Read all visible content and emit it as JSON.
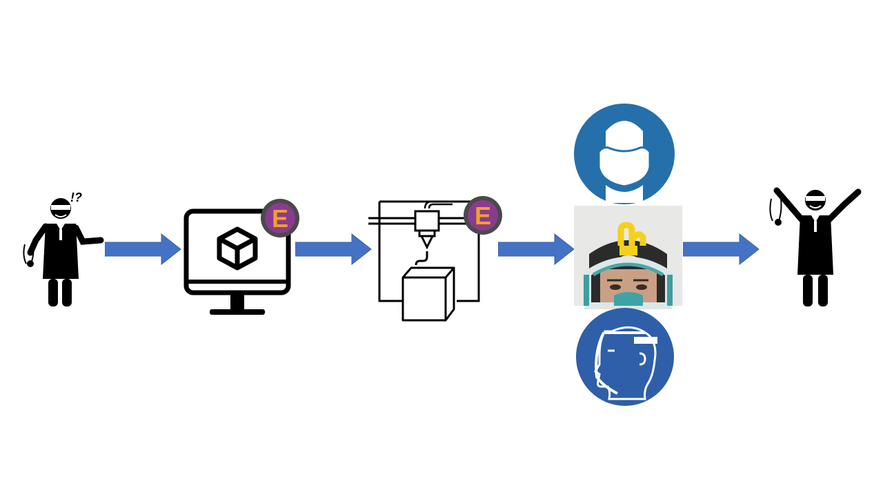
{
  "doctor_confused": {
    "icon": "confused-doctor-icon",
    "exclamation": "!?"
  },
  "computer": {
    "icon": "computer-3d-model-icon",
    "badge": "E"
  },
  "printer": {
    "icon": "3d-printer-icon",
    "badge": "E"
  },
  "ppe": {
    "mask_sign": {
      "icon": "face-mask-sign-icon",
      "color": "#2570AB"
    },
    "snorkel_photo": {
      "icon": "snorkel-mask-photo",
      "adapter_color": "#F3D11B"
    },
    "faceshield_sign": {
      "icon": "face-shield-sign-icon",
      "color": "#2E5FA8"
    }
  },
  "doctor_happy": {
    "icon": "happy-doctor-icon"
  },
  "colors": {
    "arrow": "#4472C4",
    "arrow_stroke": "#3A62A8",
    "badge_ring": "#4A4A4A",
    "badge_fill": "#8A3B8E",
    "badge_letter": "#F0A12C",
    "ink": "#000000"
  }
}
